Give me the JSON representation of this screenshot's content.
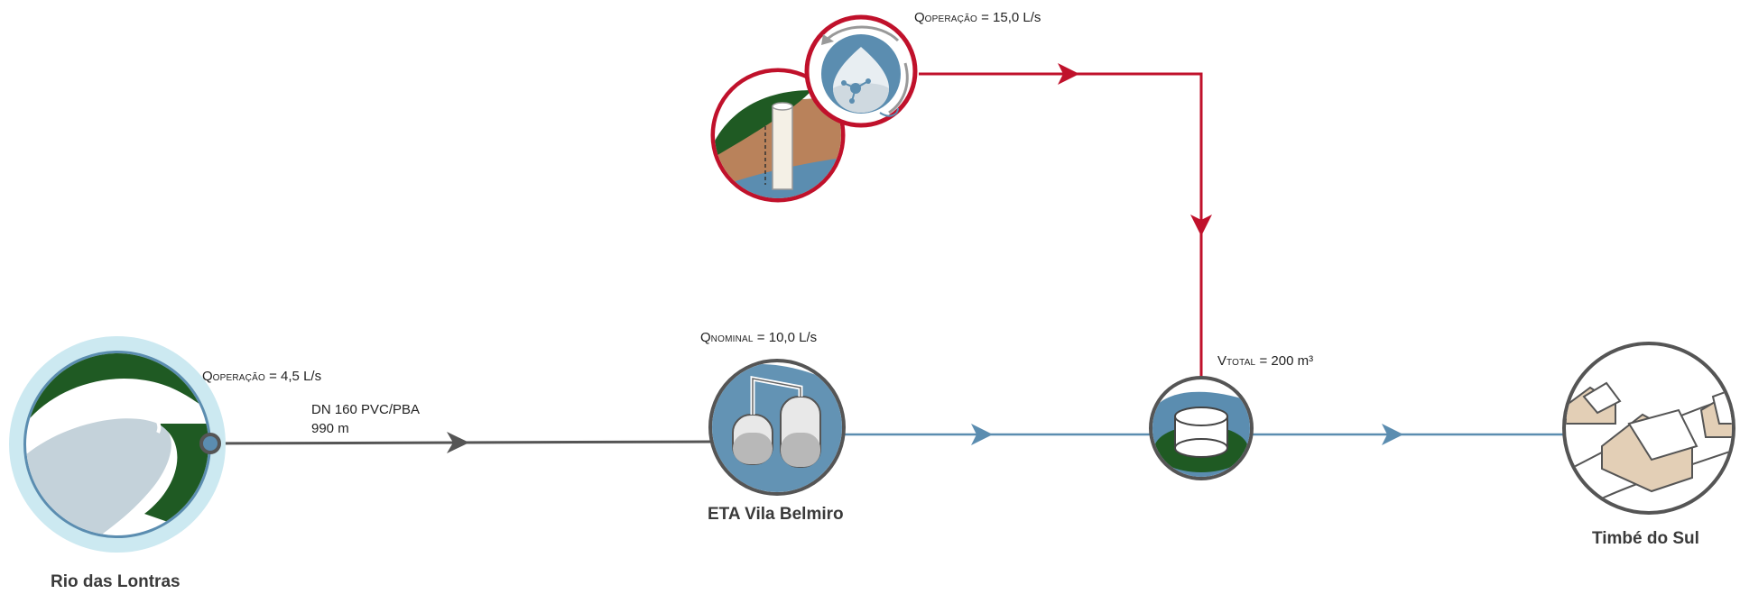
{
  "nodes": {
    "source": {
      "name": "Rio das Lontras"
    },
    "treatment": {
      "name": "ETA Vila Belmiro"
    },
    "destination": {
      "name": "Timbé do Sul"
    }
  },
  "labels": {
    "source_flow": {
      "symbol": "Q",
      "subscript": "OPERAÇÃO",
      "value": " = 4,5  L/s"
    },
    "pipe": {
      "line1": "DN 160 PVC/PBA",
      "line2": "990 m"
    },
    "treatment_flow": {
      "symbol": "Q",
      "subscript": "NOMINAL",
      "value": " =  10,0 L/s"
    },
    "well_flow": {
      "symbol": "Q",
      "subscript": "OPERAÇÃO",
      "value": " =  15,0 L/s"
    },
    "reservoir_volume": {
      "symbol": "V",
      "subscript": "TOTAL",
      "value": " = 200 m³"
    }
  },
  "colors": {
    "gray_line": "#555555",
    "blue_line": "#5b8db0",
    "red_line": "#c0112b",
    "ring": "#555555",
    "green": "#1f5a23",
    "river": "#c4d2da",
    "halo": "#cce9f1"
  }
}
